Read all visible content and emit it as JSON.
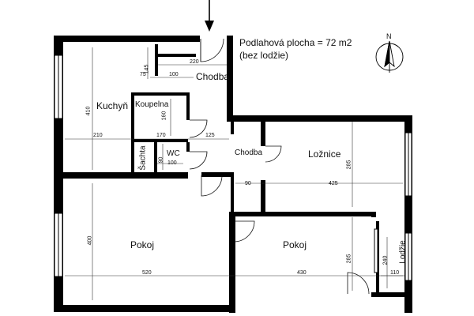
{
  "info": {
    "area_text": "Podlahová plocha = 72 m2",
    "area_note": "(bez lodžie)",
    "north_label": "N"
  },
  "rooms": {
    "kuchyn": "Kuchyň",
    "koupelna": "Koupelna",
    "chodba_top": "Chodba",
    "chodba_mid": "Chodba",
    "loznice": "Ložnice",
    "sachta": "Šachta",
    "wc": "WC",
    "pokoj_left": "Pokoj",
    "pokoj_right": "Pokoj",
    "lodzie": "Lodžie"
  },
  "dims": {
    "d145": "145",
    "d75": "75",
    "d100a": "100",
    "d220": "220",
    "d410": "410",
    "d160": "160",
    "d210": "210",
    "d170": "170",
    "d125": "125",
    "d90a": "90",
    "d100b": "100",
    "d285a": "285",
    "d90b": "90",
    "d425": "425",
    "d400": "400",
    "d520": "520",
    "d430": "430",
    "d285b": "285",
    "d240": "240",
    "d110": "110"
  },
  "colors": {
    "wall": "#000000",
    "line": "#111111"
  }
}
